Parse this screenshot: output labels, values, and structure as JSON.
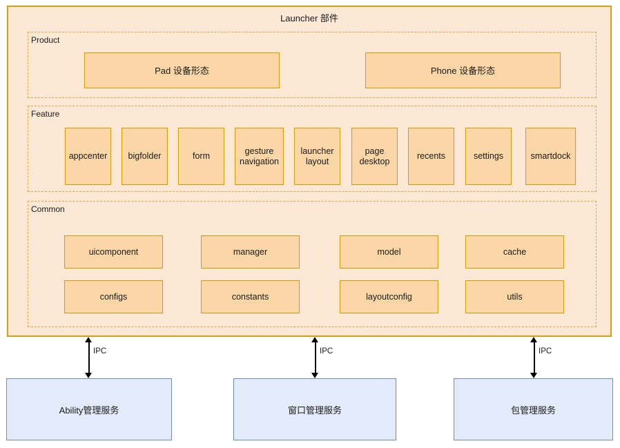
{
  "diagram": {
    "title": "Launcher 部件",
    "groups": [
      {
        "id": "product",
        "label": "Product",
        "boxes": [
          {
            "label": "Pad 设备形态"
          },
          {
            "label": "Phone 设备形态"
          }
        ]
      },
      {
        "id": "feature",
        "label": "Feature",
        "boxes": [
          {
            "label": "appcenter"
          },
          {
            "label": "bigfolder"
          },
          {
            "label": "form"
          },
          {
            "label": "gesture\nnavigation"
          },
          {
            "label": "launcher\nlayout"
          },
          {
            "label": "page\ndesktop"
          },
          {
            "label": "recents"
          },
          {
            "label": "settings"
          },
          {
            "label": "smartdock"
          }
        ]
      },
      {
        "id": "common",
        "label": "Common",
        "boxes": [
          {
            "label": "uicomponent"
          },
          {
            "label": "manager"
          },
          {
            "label": "model"
          },
          {
            "label": "cache"
          },
          {
            "label": "configs"
          },
          {
            "label": "constants"
          },
          {
            "label": "layoutconfig"
          },
          {
            "label": "utils"
          }
        ]
      }
    ],
    "connectors": [
      {
        "label": "IPC"
      },
      {
        "label": "IPC"
      },
      {
        "label": "IPC"
      }
    ],
    "services": [
      {
        "label": "Ability管理服务"
      },
      {
        "label": "窗口管理服务"
      },
      {
        "label": "包管理服务"
      }
    ],
    "colors": {
      "container_fill": "#fce8d5",
      "container_border": "#d6a016",
      "group_border": "#e8a33d",
      "module_fill": "#fbd6a6",
      "module_border": "#d79b00",
      "service_fill": "#e3ebfa",
      "service_border": "#6c8ebf",
      "connector": "#000000"
    }
  }
}
